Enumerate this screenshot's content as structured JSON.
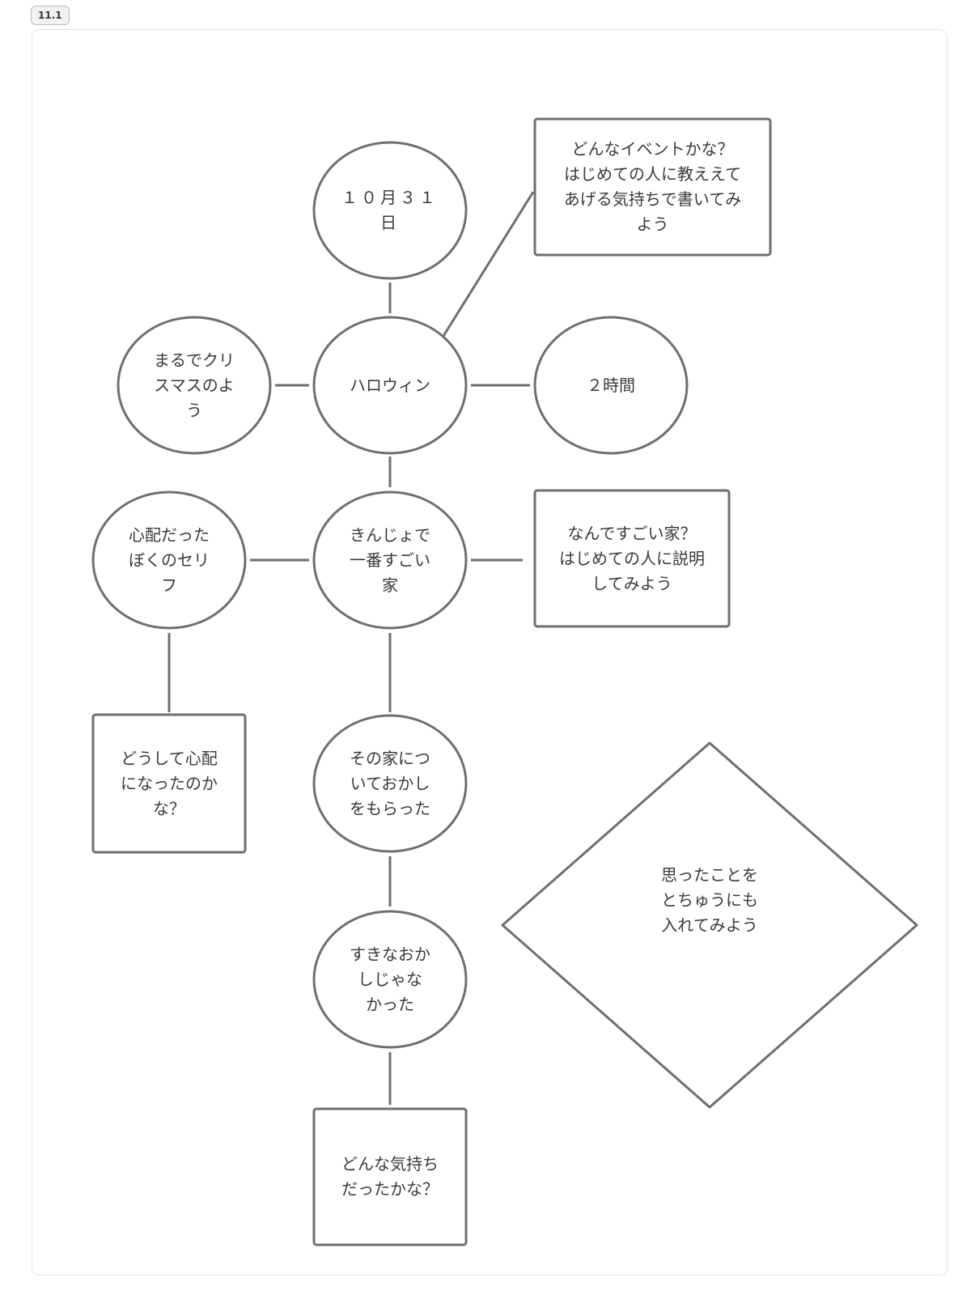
{
  "page_label": "11.1",
  "colors": {
    "stroke": "#6f6f6f",
    "text": "#3a3a3a",
    "background": "#ffffff"
  },
  "diagram": {
    "nodes": {
      "date": "１０月３１\n日",
      "event_hint": "どんなイベントかな？\nはじめての人に教ええて\nあげる気持ちで書いてみ\nよう",
      "like_christmas": "まるでクリ\nスマスのよ\nう",
      "halloween": "ハロウィン",
      "two_hours": "２時間",
      "worried_line": "心配だった\nぼくのセリ\nフ",
      "amazing_house": "きんじょで\n一番すごい\n家",
      "house_hint": "なんですごい家？\nはじめての人に説明\nしてみよう",
      "why_worried": "どうして心配\nになったのか\nな？",
      "got_candy": "その家につ\nいておかし\nをもらった",
      "thoughts_hint": "思ったことを\nとちゅうにも\n入れてみよう",
      "not_favorite": "すきなおか\nしじゃな\nかった",
      "feeling_hint": "どんな気持ち\nだったかな？"
    }
  }
}
